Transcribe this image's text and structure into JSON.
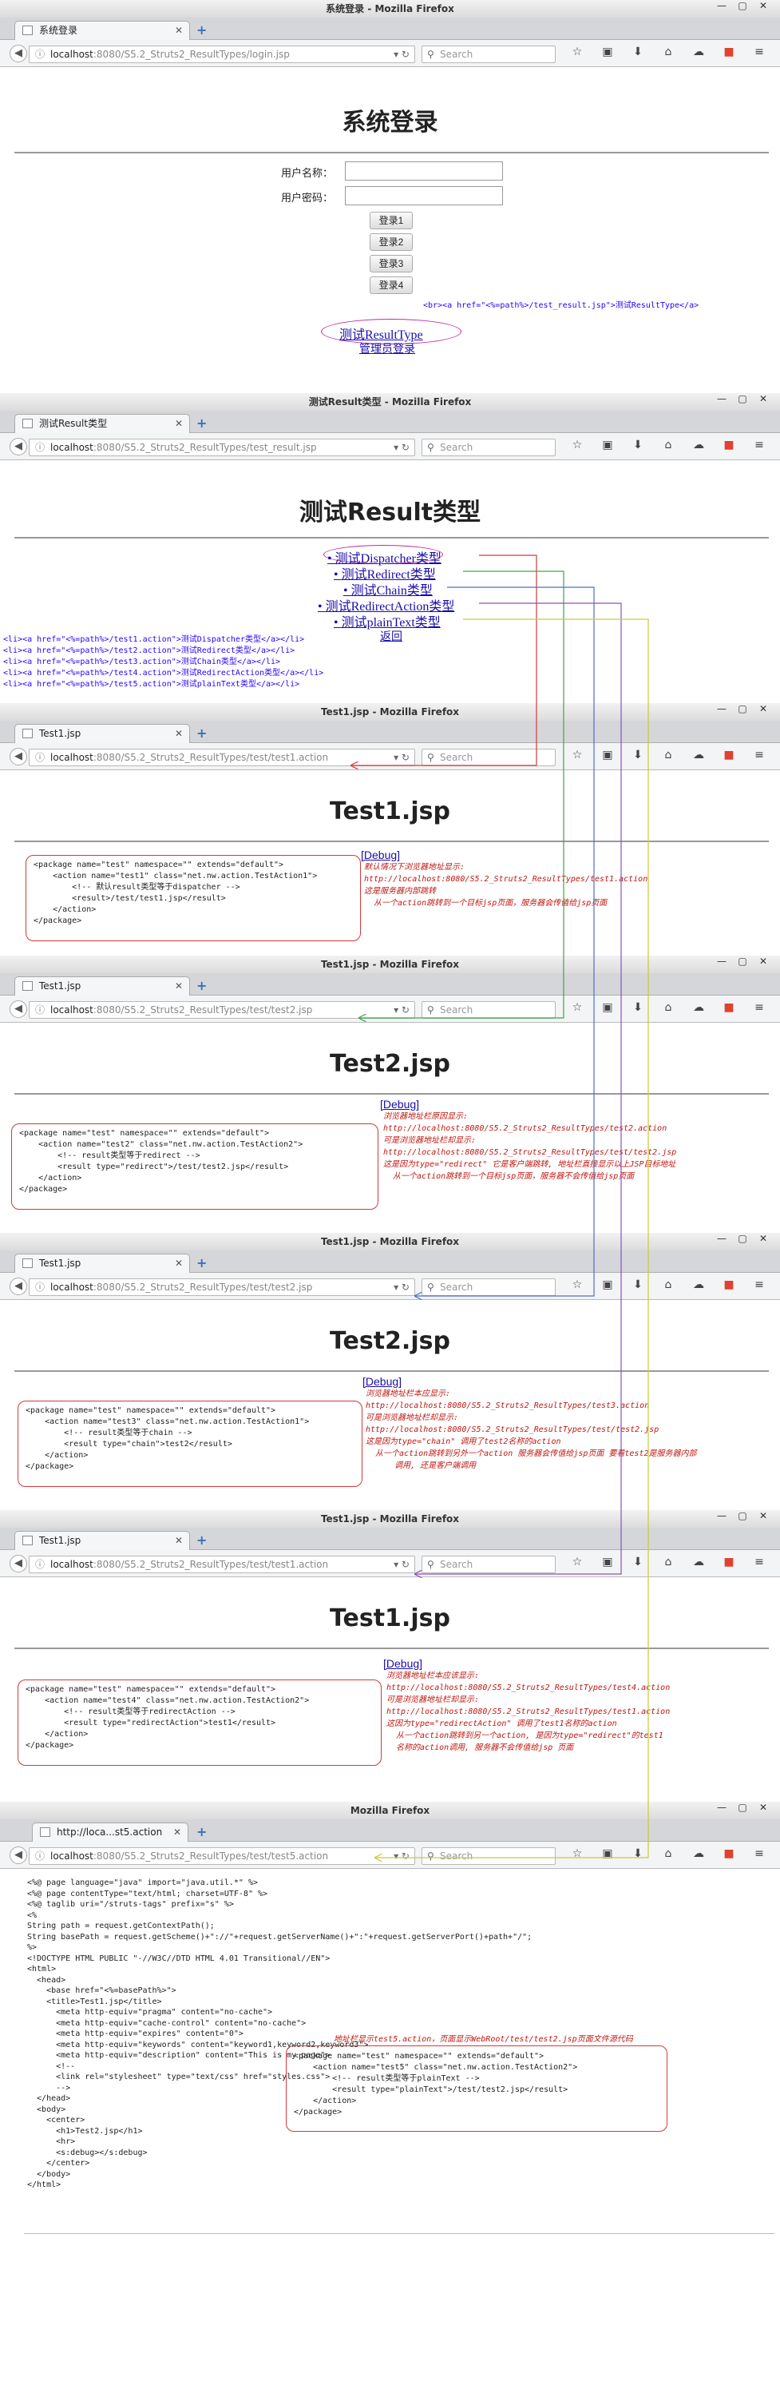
{
  "windows": [
    {
      "title": "系统登录 - Mozilla Firefox",
      "tab": "系统登录",
      "url_host": "localhost",
      "url_path": ":8080/S5.2_Struts2_ResultTypes/login.jsp"
    },
    {
      "title": "测试Result类型 - Mozilla Firefox",
      "tab": "测试Result类型",
      "url_host": "localhost",
      "url_path": ":8080/S5.2_Struts2_ResultTypes/test_result.jsp"
    },
    {
      "title": "Test1.jsp - Mozilla Firefox",
      "tab": "Test1.jsp",
      "url_host": "localhost",
      "url_path": ":8080/S5.2_Struts2_ResultTypes/test/test1.action"
    },
    {
      "title": "Test1.jsp - Mozilla Firefox",
      "tab": "Test1.jsp",
      "url_host": "localhost",
      "url_path": ":8080/S5.2_Struts2_ResultTypes/test/test2.jsp"
    },
    {
      "title": "Test1.jsp - Mozilla Firefox",
      "tab": "Test1.jsp",
      "url_host": "localhost",
      "url_path": ":8080/S5.2_Struts2_ResultTypes/test/test2.jsp"
    },
    {
      "title": "Test1.jsp - Mozilla Firefox",
      "tab": "Test1.jsp",
      "url_host": "localhost",
      "url_path": ":8080/S5.2_Struts2_ResultTypes/test/test1.action"
    },
    {
      "title": "Mozilla Firefox",
      "tab": "http://loca...st5.action",
      "url_host": "localhost",
      "url_path": ":8080/S5.2_Struts2_ResultTypes/test/test5.action"
    }
  ],
  "browser": {
    "search_placeholder": "Search",
    "window_controls": [
      "—",
      "▢",
      "✕"
    ],
    "new_tab": "+",
    "tools": [
      "☆",
      "▣",
      "⬇",
      "⌂",
      "☁",
      "■",
      "≡"
    ]
  },
  "login": {
    "heading": "系统登录",
    "username_label": "用户名称：",
    "password_label": "用户密码：",
    "buttons": [
      "登录1",
      "登录2",
      "登录3",
      "登录4"
    ],
    "code_note": "<br><a href=\"<%=path%>/test_result.jsp\">测试ResultType</a>",
    "link_test": "测试ResultType",
    "link_admin": "管理员登录"
  },
  "result": {
    "heading": "测试Result类型",
    "links": [
      "测试Dispatcher类型",
      "测试Redirect类型",
      "测试Chain类型",
      "测试RedirectAction类型",
      "测试plainText类型"
    ],
    "back": "返回",
    "code": [
      "<li><a href=\"<%=path%>/test1.action\">测试Dispatcher类型</a></li>",
      "<li><a href=\"<%=path%>/test2.action\">测试Redirect类型</a></li>",
      "<li><a href=\"<%=path%>/test3.action\">测试Chain类型</a></li>",
      "<li><a href=\"<%=path%>/test4.action\">测试RedirectAction类型</a></li>",
      "<li><a href=\"<%=path%>/test5.action\">测试plainText类型</a></li>"
    ]
  },
  "pages": [
    {
      "heading": "Test1.jsp",
      "debug": "[Debug]",
      "code": [
        "<package name=\"test\" namespace=\"\" extends=\"default\">",
        "    <action name=\"test1\" class=\"net.nw.action.TestAction1\">",
        "        <!-- 默认result类型等于dispatcher -->",
        "        <result>/test/test1.jsp</result>",
        "    </action>",
        "</package>"
      ],
      "note": [
        "默认情况下浏览器地址显示:",
        "http://localhost:8080/S5.2_Struts2_ResultTypes/test1.action",
        "这是服务器内部跳转",
        "  从一个action跳转到一个目标jsp页面，服务器会传值给jsp页面"
      ]
    },
    {
      "heading": "Test2.jsp",
      "debug": "[Debug]",
      "code": [
        "<package name=\"test\" namespace=\"\" extends=\"default\">",
        "    <action name=\"test2\" class=\"net.nw.action.TestAction2\">",
        "        <!-- result类型等于redirect -->",
        "        <result type=\"redirect\">/test/test2.jsp</result>",
        "    </action>",
        "</package>"
      ],
      "note": [
        "浏览器地址栏原因显示:",
        "http://localhost:8080/S5.2_Struts2_ResultTypes/test2.action",
        "可是浏览器地址栏却显示:",
        "http://localhost:8080/S5.2_Struts2_ResultTypes/test/test2.jsp",
        "这是因为type=\"redirect\" 它是客户端跳转, 地址栏直接显示以上JSP目标地址",
        "  从一个action跳转到一个目标jsp页面，服务器不会传值给jsp页面"
      ]
    },
    {
      "heading": "Test2.jsp",
      "debug": "[Debug]",
      "code": [
        "<package name=\"test\" namespace=\"\" extends=\"default\">",
        "    <action name=\"test3\" class=\"net.nw.action.TestAction1\">",
        "        <!-- result类型等于chain -->",
        "        <result type=\"chain\">test2</result>",
        "    </action>",
        "</package>"
      ],
      "note": [
        "浏览器地址栏本应显示:",
        "http://localhost:8080/S5.2_Struts2_ResultTypes/test3.action",
        "可是浏览器地址栏却显示:",
        "http://localhost:8080/S5.2_Struts2_ResultTypes/test/test2.jsp",
        "这是因为type=\"chain\" 调用了test2名称的action",
        "  从一个action跳转到另外一个action 服务器会传值给jsp页面 要看test2是服务器内部",
        "      调用, 还是客户端调用"
      ]
    },
    {
      "heading": "Test1.jsp",
      "debug": "[Debug]",
      "code": [
        "<package name=\"test\" namespace=\"\" extends=\"default\">",
        "    <action name=\"test4\" class=\"net.nw.action.TestAction2\">",
        "        <!-- result类型等于redirectAction -->",
        "        <result type=\"redirectAction\">test1</result>",
        "    </action>",
        "</package>"
      ],
      "note": [
        "浏览器地址栏本应该显示:",
        "http://localhost:8080/S5.2_Struts2_ResultTypes/test4.action",
        "可是浏览器地址栏却显示:",
        "http://localhost:8080/S5.2_Struts2_ResultTypes/test1.action",
        "这因为type=\"redirectAction\" 调用了test1名称的action",
        "  从一个action跳转到另一个action, 是因为type=\"redirect\"的test1",
        "  名称的action调用, 服务器不会传值给jsp 页面"
      ]
    }
  ],
  "source": {
    "lines": [
      "<%@ page language=\"java\" import=\"java.util.*\" %>",
      "<%@ page contentType=\"text/html; charset=UTF-8\" %>",
      "<%@ taglib uri=\"/struts-tags\" prefix=\"s\" %>",
      "<%",
      "String path = request.getContextPath();",
      "String basePath = request.getScheme()+\"://\"+request.getServerName()+\":\"+request.getServerPort()+path+\"/\";",
      "%>",
      "<!DOCTYPE HTML PUBLIC \"-//W3C//DTD HTML 4.01 Transitional//EN\">",
      "<html>",
      "  <head>",
      "    <base href=\"<%=basePath%>\">",
      "    <title>Test1.jsp</title>",
      "      <meta http-equiv=\"pragma\" content=\"no-cache\">",
      "      <meta http-equiv=\"cache-control\" content=\"no-cache\">",
      "      <meta http-equiv=\"expires\" content=\"0\">",
      "      <meta http-equiv=\"keywords\" content=\"keyword1,keyword2,keyword3\">",
      "      <meta http-equiv=\"description\" content=\"This is my page\">",
      "      <!--",
      "      <link rel=\"stylesheet\" type=\"text/css\" href=\"styles.css\">",
      "      -->",
      "  </head>",
      "  <body>",
      "    <center>",
      "      <h1>Test2.jsp</h1>",
      "      <hr>",
      "      <s:debug></s:debug>",
      "    </center>",
      "  </body>",
      "</html>"
    ],
    "note": "地址栏显示test5.action，页面显示WebRoot/test/test2.jsp页面文件源代码",
    "code": [
      "<package name=\"test\" namespace=\"\" extends=\"default\">",
      "    <action name=\"test5\" class=\"net.nw.action.TestAction2\">",
      "        <!-- result类型等于plainText -->",
      "        <result type=\"plainText\">/test/test2.jsp</result>",
      "    </action>",
      "</package>"
    ]
  },
  "colors": {
    "arrow_red": "#d23a3a",
    "arrow_green": "#3aa64a",
    "arrow_blue": "#4d6fc9",
    "arrow_purple": "#8a4fc0",
    "arrow_yellow": "#c9c93a"
  }
}
